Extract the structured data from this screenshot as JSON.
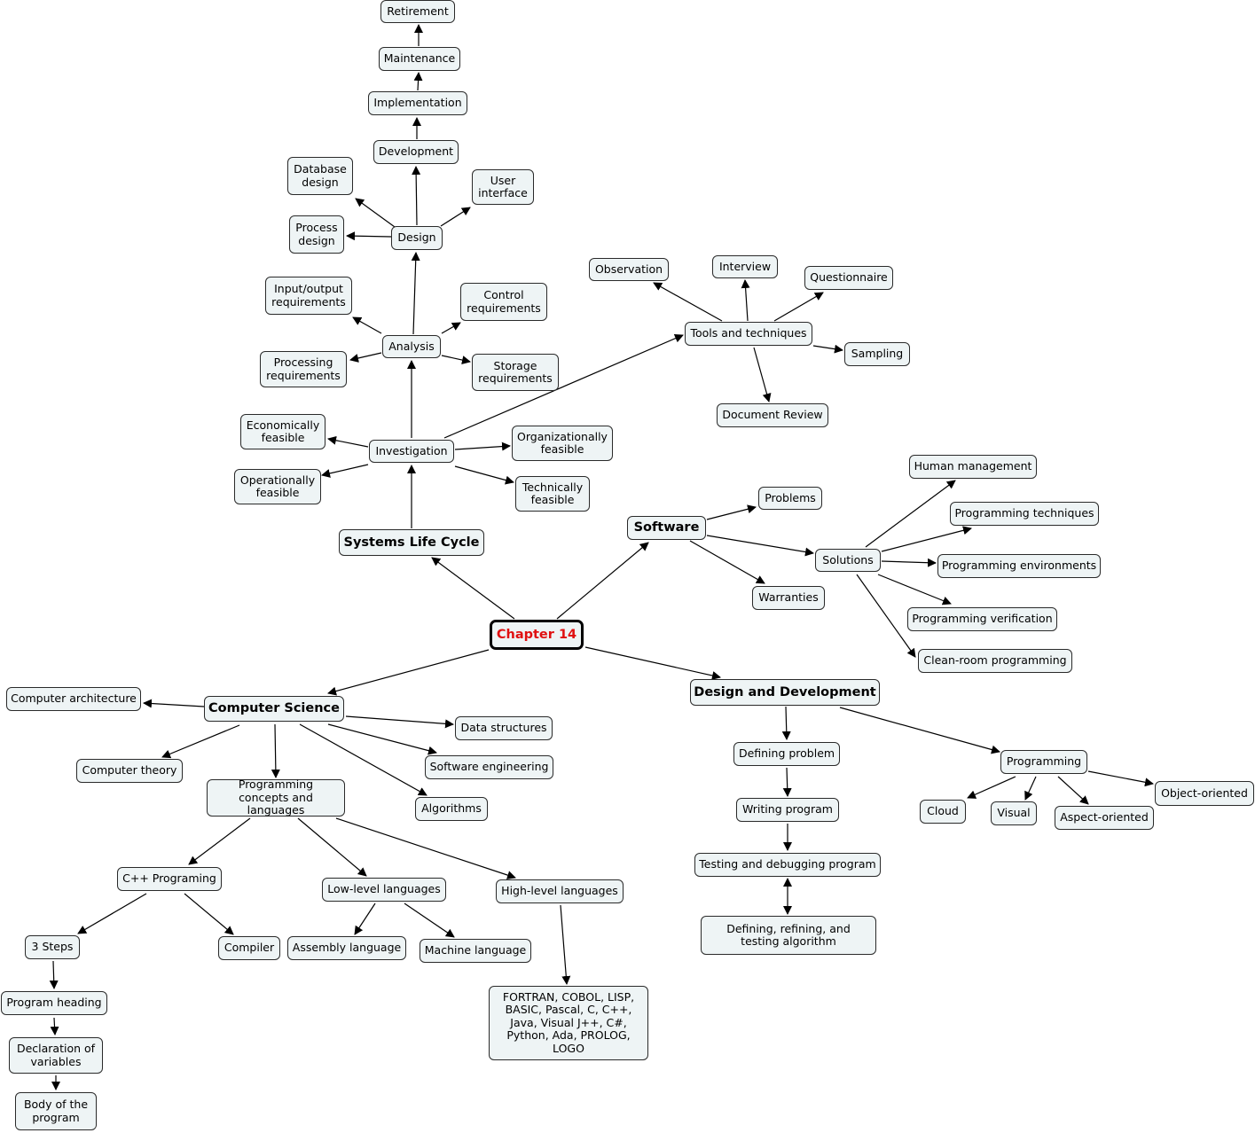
{
  "diagram": {
    "nodes": {
      "chapter14": "Chapter 14",
      "slc": "Systems Life Cycle",
      "investigation": "Investigation",
      "econ": "Economically feasible",
      "oper": "Operationally feasible",
      "org": "Organizationally feasible",
      "tech": "Technically feasible",
      "analysis": "Analysis",
      "io": "Input/output requirements",
      "proc": "Processing requirements",
      "control": "Control requirements",
      "storage": "Storage requirements",
      "design": "Design",
      "dbdesign": "Database design",
      "procdesign": "Process design",
      "ui": "User interface",
      "development": "Development",
      "implementation": "Implementation",
      "maintenance": "Maintenance",
      "retirement": "Retirement",
      "tools": "Tools and techniques",
      "observation": "Observation",
      "interview": "Interview",
      "questionnaire": "Questionnaire",
      "sampling": "Sampling",
      "docreview": "Document Review",
      "software": "Software",
      "problems": "Problems",
      "warranties": "Warranties",
      "solutions": "Solutions",
      "human": "Human management",
      "progtech": "Programming techniques",
      "progenv": "Programming environments",
      "progverif": "Programming verification",
      "cleanroom": "Clean-room programming",
      "cs": "Computer Science",
      "comparch": "Computer architecture",
      "comptheory": "Computer theory",
      "datastruct": "Data structures",
      "softeng": "Software engineering",
      "algorithms": "Algorithms",
      "progconcepts": "Programming concepts and languages",
      "cpp": "C++ Programing",
      "threesteps": "3 Steps",
      "compiler": "Compiler",
      "progheading": "Program heading",
      "declaration": "Declaration of variables",
      "body": "Body of the program",
      "lowlevel": "Low-level languages",
      "assembly": "Assembly language",
      "machine": "Machine language",
      "highlevel": "High-level languages",
      "hllist": "FORTRAN, COBOL, LISP, BASIC, Pascal, C, C++, Java, Visual J++, C#, Python, Ada, PROLOG, LOGO",
      "dd": "Design and Development",
      "defining": "Defining problem",
      "writing": "Writing program",
      "testing": "Testing and debugging program",
      "algo": "Defining, refining, and testing algorithm",
      "programming": "Programming",
      "cloud": "Cloud",
      "visual": "Visual",
      "aspect": "Aspect-oriented",
      "object": "Object-oriented"
    }
  }
}
